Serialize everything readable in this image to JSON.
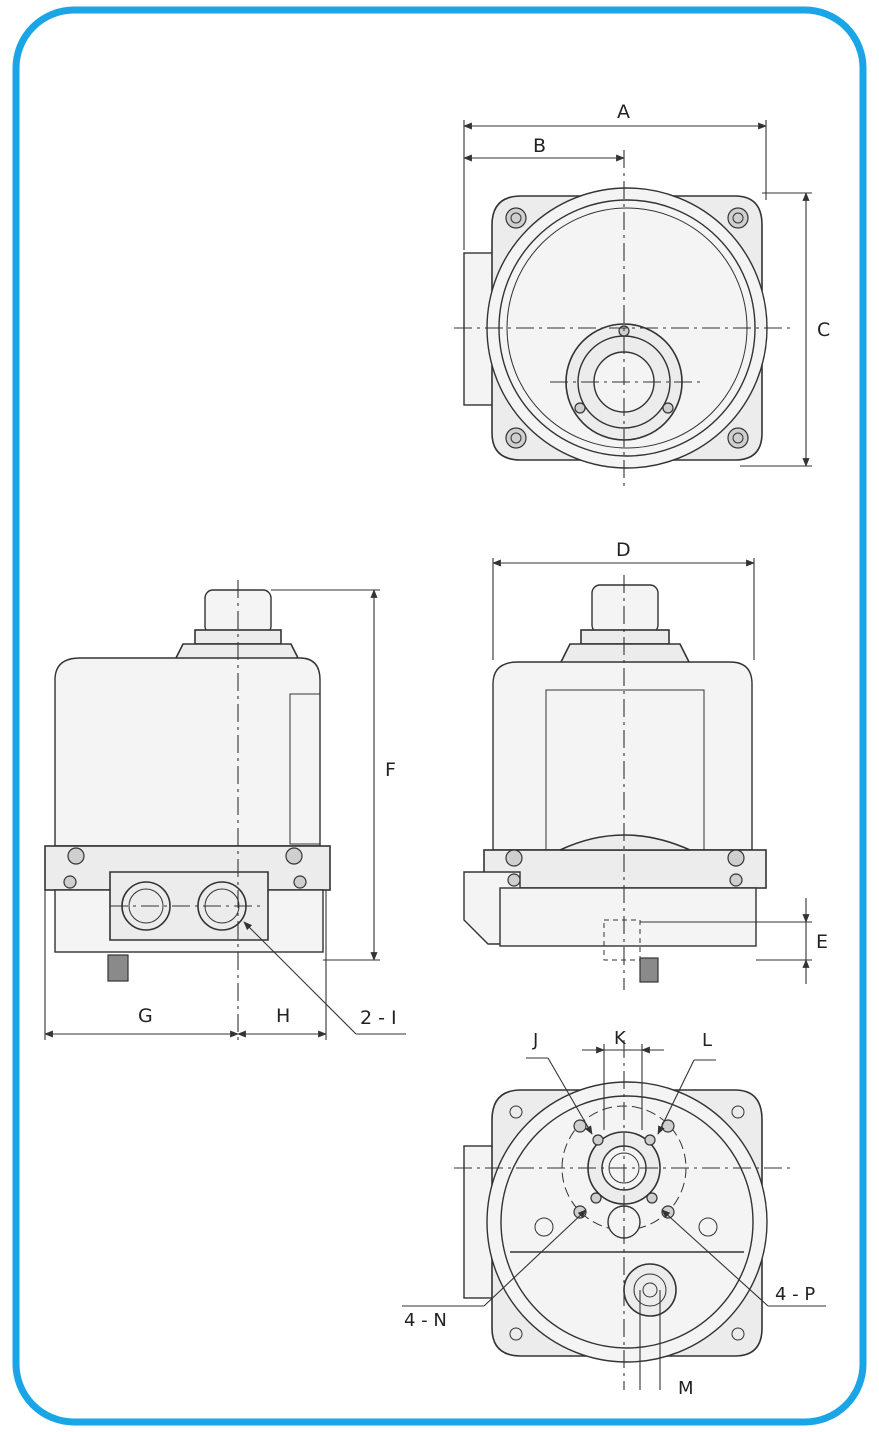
{
  "frame": {
    "border_color": "#1aa6e6"
  },
  "labels": {
    "A": "A",
    "B": "B",
    "C": "C",
    "D": "D",
    "E": "E",
    "F": "F",
    "G": "G",
    "H": "H",
    "I": "2 - I",
    "J": "J",
    "K": "K",
    "L": "L",
    "M": "M",
    "N": "4 - N",
    "P": "4 - P"
  }
}
